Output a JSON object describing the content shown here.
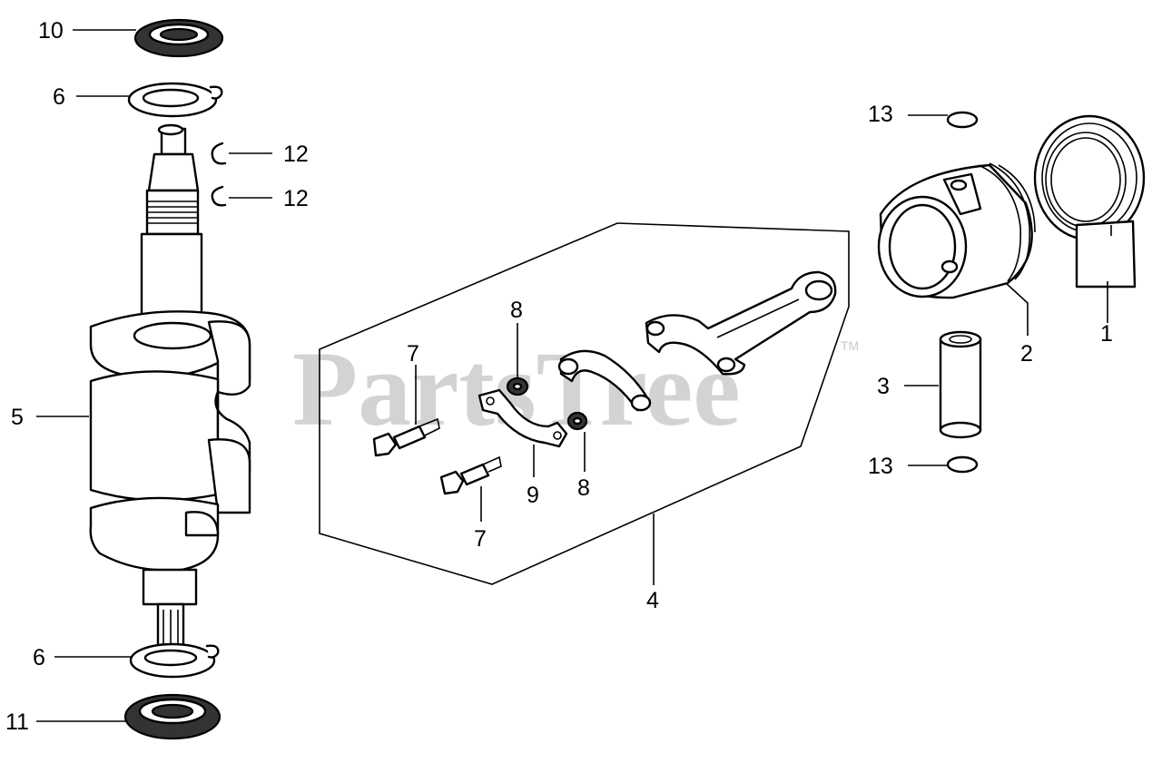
{
  "watermark": {
    "text": "PartsTree",
    "mark": "TM",
    "color": "#c9c9c9"
  },
  "callouts": {
    "c1": "1",
    "c2": "2",
    "c3": "3",
    "c4": "4",
    "c5": "5",
    "c6a": "6",
    "c6b": "6",
    "c7a": "7",
    "c7b": "7",
    "c8a": "8",
    "c8b": "8",
    "c9": "9",
    "c10": "10",
    "c11": "11",
    "c12a": "12",
    "c12b": "12",
    "c13a": "13",
    "c13b": "13"
  }
}
